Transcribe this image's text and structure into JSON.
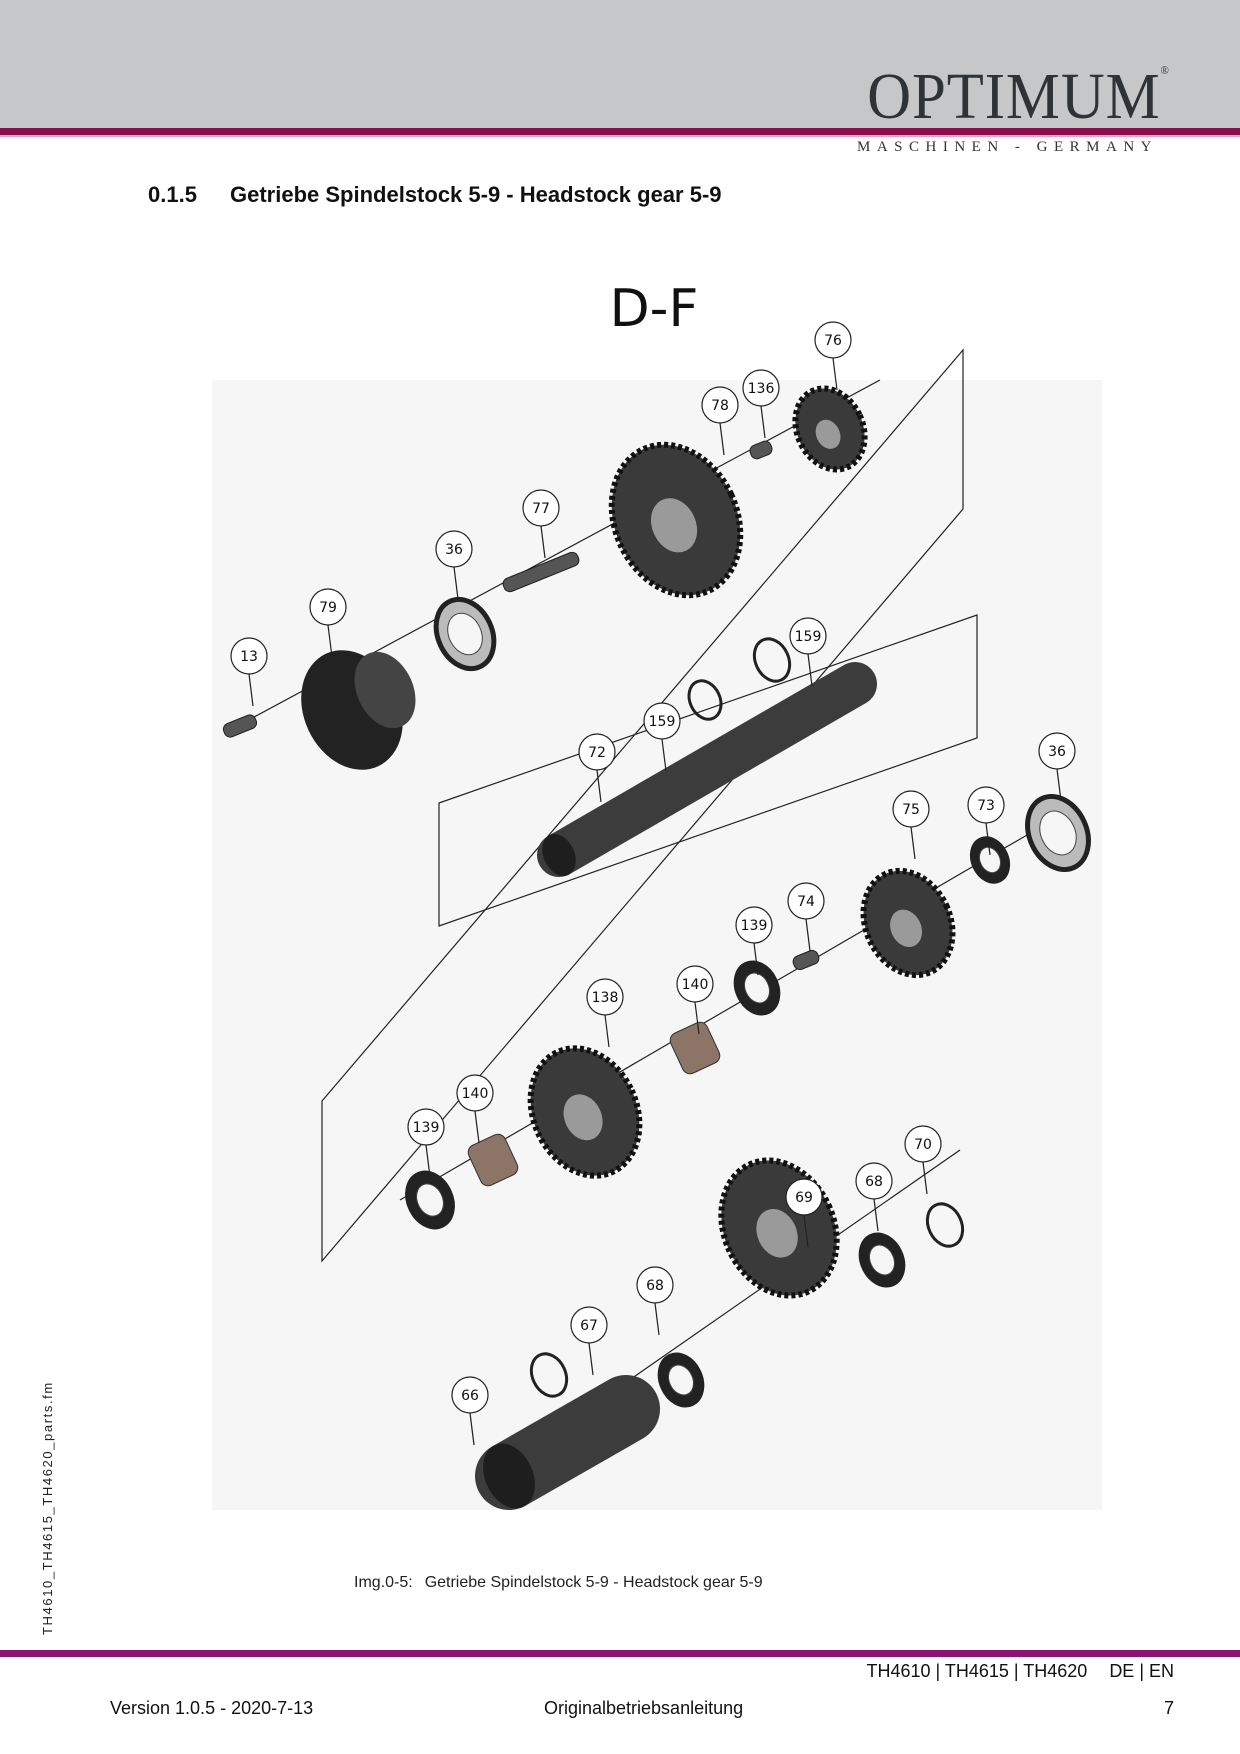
{
  "header": {
    "logo": "OPTIMUM",
    "registered": "®",
    "tagline": "MASCHINEN - GERMANY"
  },
  "section": {
    "number": "0.1.5",
    "title": "Getriebe Spindelstock 5-9 - Headstock gear 5-9"
  },
  "diagram": {
    "group_label": "D-F",
    "callouts": [
      "76",
      "136",
      "78",
      "77",
      "36",
      "79",
      "13",
      "159",
      "159",
      "72",
      "36",
      "75",
      "73",
      "74",
      "139",
      "140",
      "138",
      "140",
      "139",
      "70",
      "68",
      "69",
      "68",
      "67",
      "66"
    ]
  },
  "caption": {
    "label": "Img.0-5:",
    "text": "Getriebe Spindelstock 5-9 - Headstock gear 5-9"
  },
  "side_filename": "TH4610_TH4615_TH4620_parts.fm",
  "footer": {
    "models": "TH4610 | TH4615 | TH4620",
    "languages": "DE | EN",
    "version": "Version 1.0.5 - 2020-7-13",
    "doc_type": "Originalbetriebsanleitung",
    "page": "7"
  }
}
